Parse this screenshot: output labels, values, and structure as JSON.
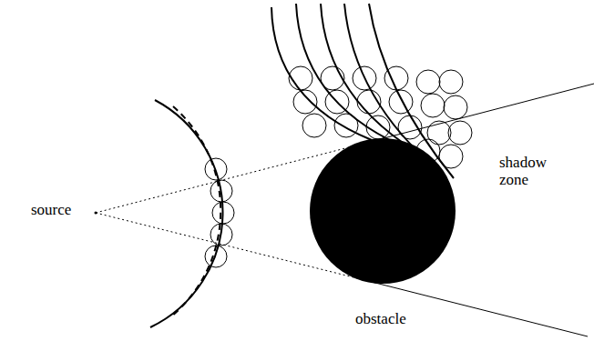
{
  "diagram": {
    "labels": [
      "source",
      "shadow zone",
      "obstacle"
    ]
  }
}
